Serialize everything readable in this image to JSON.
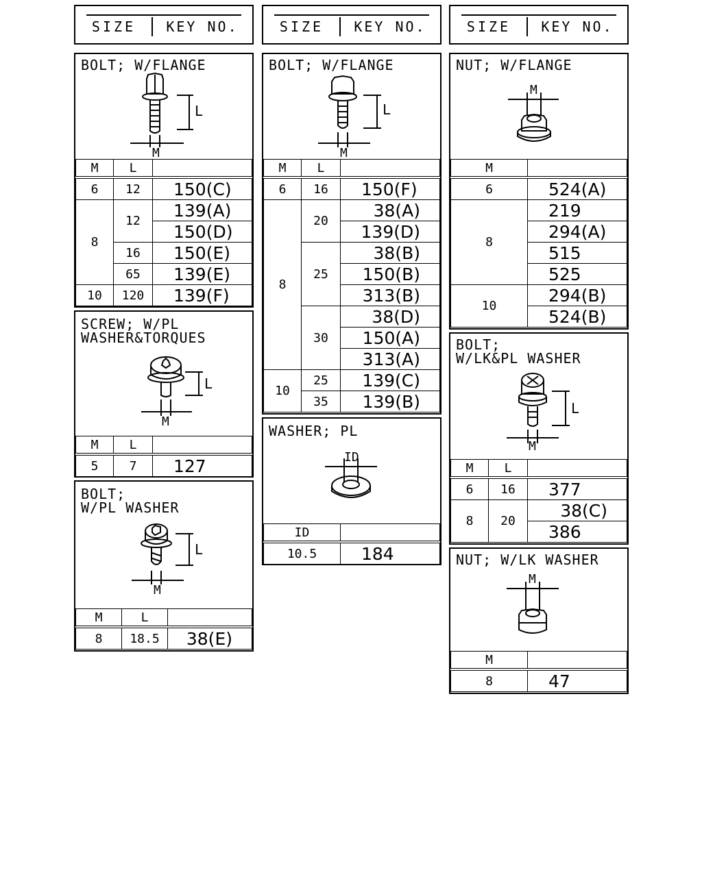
{
  "header": {
    "size_label": "SIZE",
    "key_label": "KEY NO."
  },
  "col1": {
    "bolt_flange": {
      "title": "BOLT; W/FLANGE",
      "dim_l": "L",
      "dim_m": "M",
      "head": [
        "M",
        "L"
      ],
      "rows": [
        [
          "6",
          "12",
          "150(C)"
        ],
        [
          "8",
          "12",
          "139(A)"
        ],
        [
          "",
          "",
          "150(D)"
        ],
        [
          "",
          "16",
          "150(E)"
        ],
        [
          "",
          "65",
          "139(E)"
        ],
        [
          "10",
          "120",
          "139(F)"
        ]
      ]
    },
    "screw": {
      "title": "SCREW; W/PL\nWASHER&TORQUES",
      "dim_l": "L",
      "dim_m": "M",
      "head": [
        "M",
        "L"
      ],
      "rows": [
        [
          "5",
          "7",
          "127"
        ]
      ]
    },
    "bolt_pl": {
      "title": "BOLT;\nW/PL WASHER",
      "dim_l": "L",
      "dim_m": "M",
      "head": [
        "M",
        "L"
      ],
      "rows": [
        [
          "8",
          "18.5",
          "38(E)"
        ]
      ]
    }
  },
  "col2": {
    "bolt_flange": {
      "title": "BOLT; W/FLANGE",
      "dim_l": "L",
      "dim_m": "M",
      "head": [
        "M",
        "L"
      ],
      "rows": [
        [
          "6",
          "16",
          "150(F)"
        ],
        [
          "8",
          "20",
          "38(A)"
        ],
        [
          "",
          "",
          "139(D)"
        ],
        [
          "",
          "25",
          "38(B)"
        ],
        [
          "",
          "",
          "150(B)"
        ],
        [
          "",
          "",
          "313(B)"
        ],
        [
          "",
          "30",
          "38(D)"
        ],
        [
          "",
          "",
          "150(A)"
        ],
        [
          "",
          "",
          "313(A)"
        ],
        [
          "10",
          "25",
          "139(C)"
        ],
        [
          "",
          "35",
          "139(B)"
        ]
      ]
    },
    "washer": {
      "title": "WASHER; PL",
      "dim_id": "ID",
      "head": [
        "ID"
      ],
      "rows": [
        [
          "10.5",
          "184"
        ]
      ]
    }
  },
  "col3": {
    "nut_flange": {
      "title": "NUT; W/FLANGE",
      "dim_m": "M",
      "head": [
        "M"
      ],
      "rows": [
        [
          "6",
          "524(A)"
        ],
        [
          "8",
          "219"
        ],
        [
          "",
          "294(A)"
        ],
        [
          "",
          "515"
        ],
        [
          "",
          "525"
        ],
        [
          "10",
          "294(B)"
        ],
        [
          "",
          "524(B)"
        ]
      ]
    },
    "bolt_lk": {
      "title": "BOLT;\nW/LK&PL WASHER",
      "dim_l": "L",
      "dim_m": "M",
      "head": [
        "M",
        "L"
      ],
      "rows": [
        [
          "6",
          "16",
          "377"
        ],
        [
          "8",
          "20",
          "38(C)"
        ],
        [
          "",
          "",
          "386"
        ]
      ]
    },
    "nut_lk": {
      "title": "NUT; W/LK WASHER",
      "dim_m": "M",
      "head": [
        "M"
      ],
      "rows": [
        [
          "8",
          "47"
        ]
      ]
    }
  }
}
